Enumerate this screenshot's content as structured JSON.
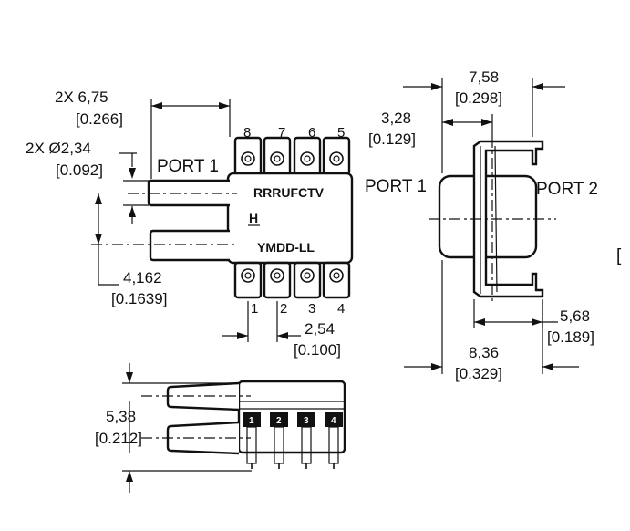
{
  "dimensions": {
    "port_length": {
      "mm": "2X 6,75",
      "inch": "[0.266]"
    },
    "port_diameter": {
      "mm": "2X Ø2,34",
      "inch": "[0.092]"
    },
    "port_spacing": {
      "mm": "4,162",
      "inch": "[0.1639]"
    },
    "pin_pitch": {
      "mm": "2,54",
      "inch": "[0.100]"
    },
    "port_offset": {
      "mm": "3,28",
      "inch": "[0.129]"
    },
    "overall_width": {
      "mm": "7,58",
      "inch": "[0.298]"
    },
    "lead_span": {
      "mm": "5,68",
      "inch": "[0.189]"
    },
    "overall_depth": {
      "mm": "8,36",
      "inch": "[0.329]"
    },
    "side_height": {
      "mm": "5,38",
      "inch": "[0.212]"
    }
  },
  "labels": {
    "port1_top": "PORT 1",
    "port1_side": "PORT 1",
    "port2_side": "PORT 2"
  },
  "markings": {
    "line1": "RRRUFCTV",
    "line2": "H",
    "line3": "YMDD-LL"
  },
  "pins": {
    "top": [
      "8",
      "7",
      "6",
      "5"
    ],
    "bottom": [
      "1",
      "2",
      "3",
      "4"
    ],
    "side": [
      "1",
      "2",
      "3",
      "4"
    ]
  },
  "right_edge_mark": "["
}
